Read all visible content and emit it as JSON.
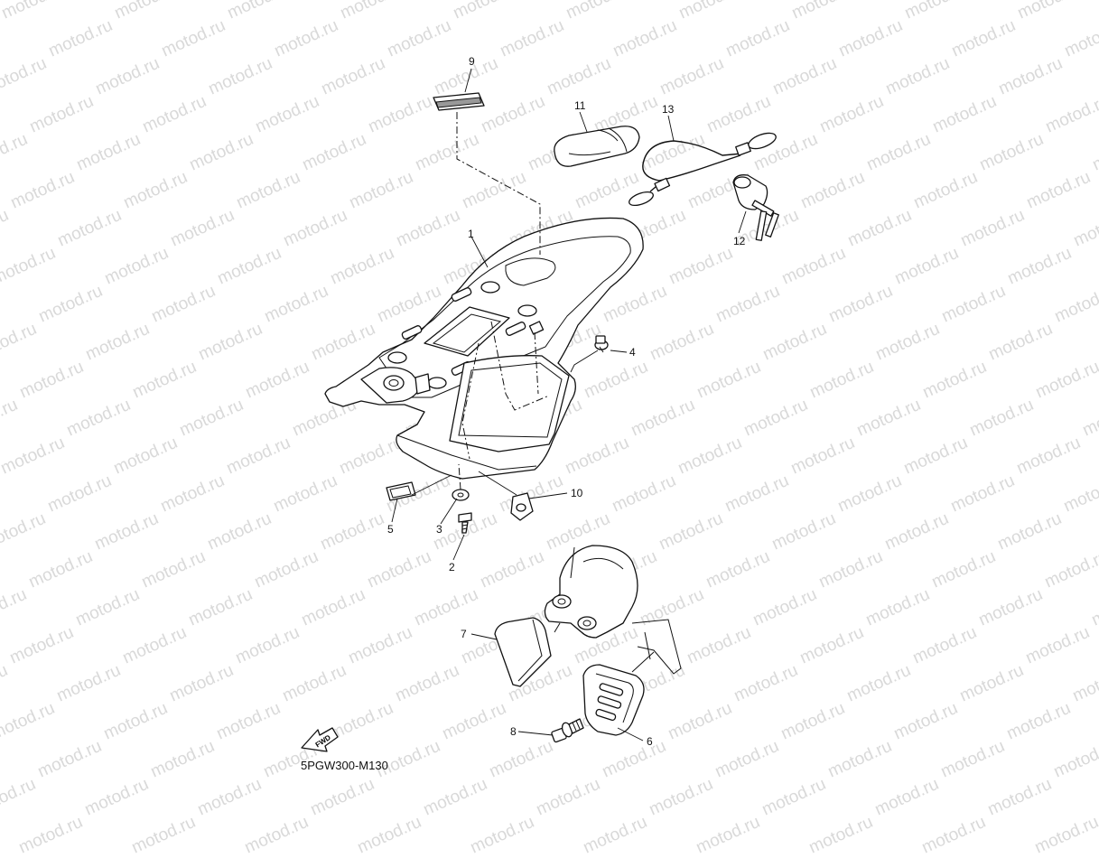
{
  "watermark": {
    "text": "motod.ru"
  },
  "diagram_code": "5PGW300-M130",
  "fwd_arrow": {
    "label": "FWD"
  },
  "callouts": [
    {
      "id": "1",
      "label": "1"
    },
    {
      "id": "2",
      "label": "2"
    },
    {
      "id": "3",
      "label": "3"
    },
    {
      "id": "4",
      "label": "4"
    },
    {
      "id": "5",
      "label": "5"
    },
    {
      "id": "6",
      "label": "6"
    },
    {
      "id": "7",
      "label": "7"
    },
    {
      "id": "8",
      "label": "8"
    },
    {
      "id": "9",
      "label": "9"
    },
    {
      "id": "10",
      "label": "10"
    },
    {
      "id": "11",
      "label": "11"
    },
    {
      "id": "12",
      "label": "12"
    },
    {
      "id": "13",
      "label": "13"
    }
  ]
}
